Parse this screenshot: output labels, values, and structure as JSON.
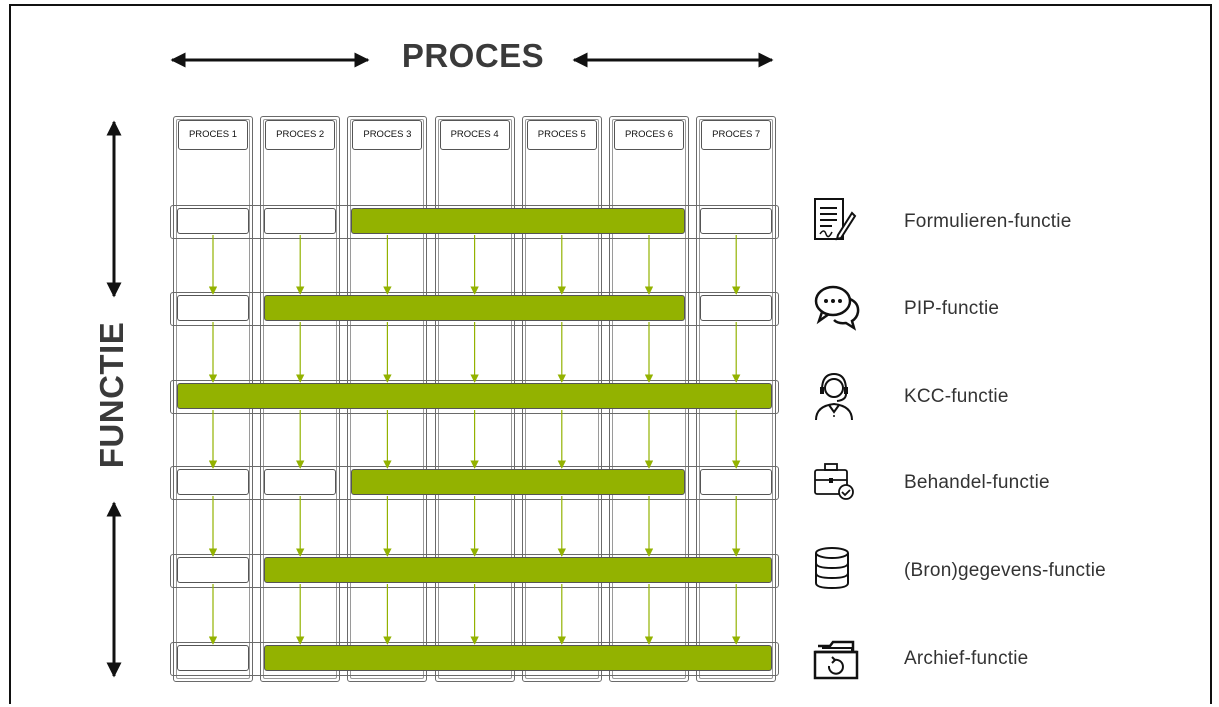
{
  "diagram": {
    "title_top": "PROCES",
    "title_left": "FUNCTIE",
    "processes": [
      "PROCES 1",
      "PROCES 2",
      "PROCES 3",
      "PROCES 4",
      "PROCES 5",
      "PROCES 6",
      "PROCES 7"
    ],
    "functions": [
      {
        "label": "Formulieren-functie",
        "icon": "form-signature-icon",
        "bar_from": 3,
        "bar_to": 6
      },
      {
        "label": "PIP-functie",
        "icon": "chat-bubbles-icon",
        "bar_from": 2,
        "bar_to": 6
      },
      {
        "label": "KCC-functie",
        "icon": "headset-agent-icon",
        "bar_from": 1,
        "bar_to": 7
      },
      {
        "label": "Behandel-functie",
        "icon": "briefcase-check-icon",
        "bar_from": 3,
        "bar_to": 6
      },
      {
        "label": "(Bron)gegevens-functie",
        "icon": "database-icon",
        "bar_from": 2,
        "bar_to": 7
      },
      {
        "label": "Archief-functie",
        "icon": "archive-box-icon",
        "bar_from": 2,
        "bar_to": 7
      }
    ],
    "colors": {
      "bar": "#93b200",
      "arrow": "#93b200",
      "text": "#333333"
    }
  }
}
